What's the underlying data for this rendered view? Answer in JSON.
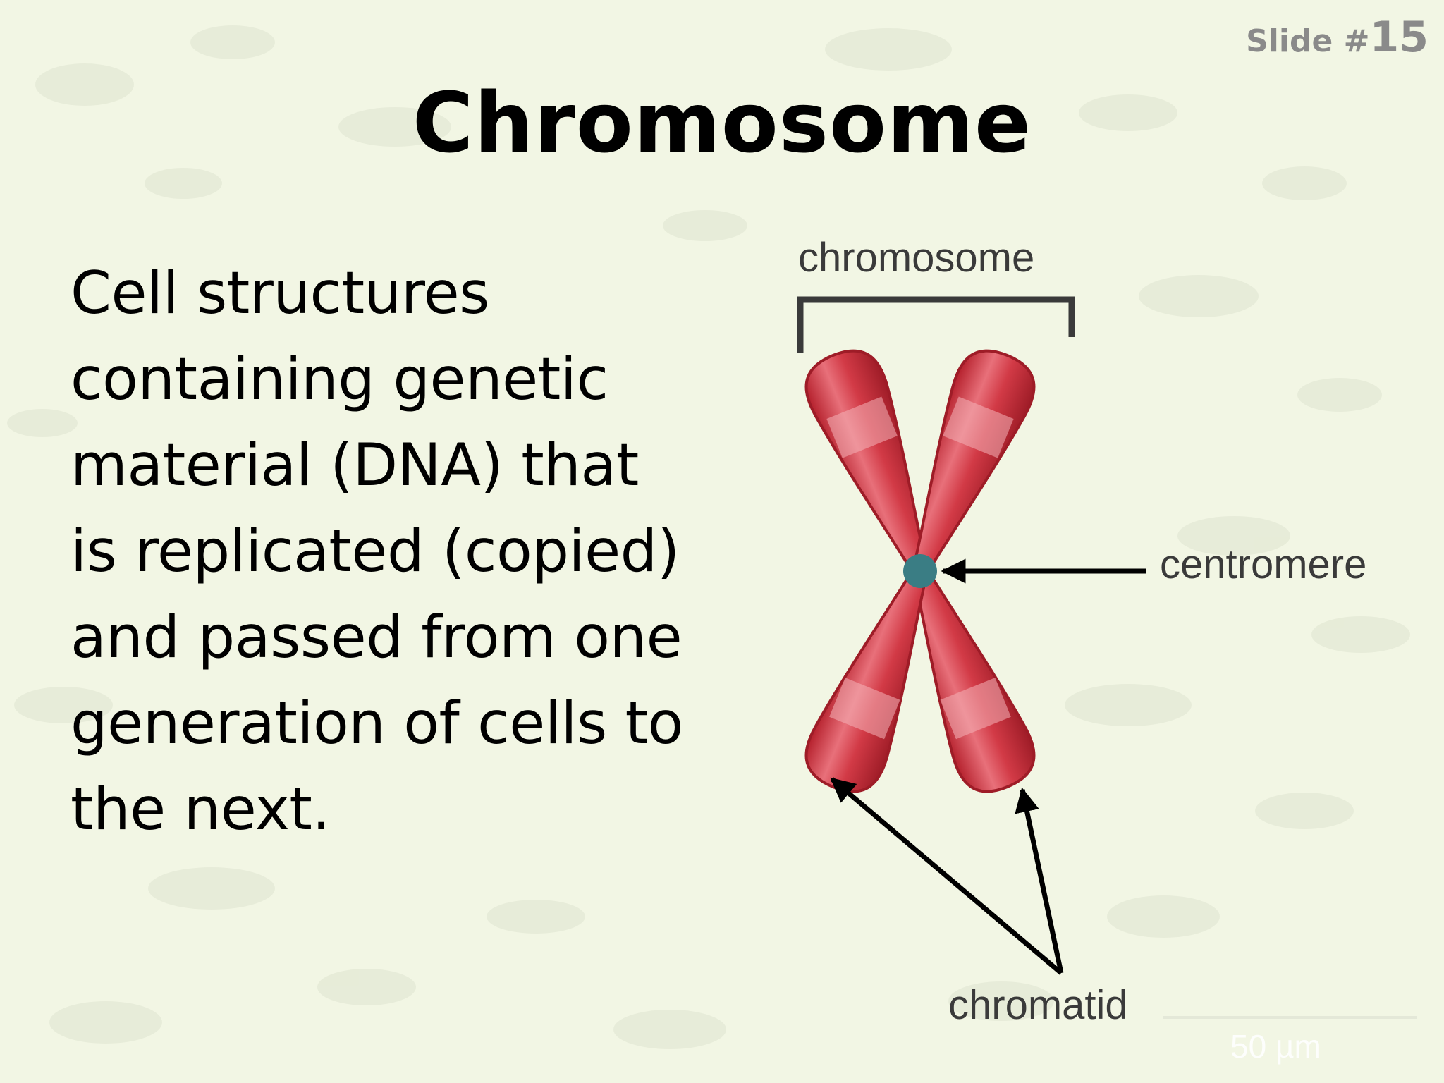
{
  "slide": {
    "number_label": "Slide #",
    "number": "15",
    "title": "Chromosome",
    "body": "Cell structures\ncontaining genetic\nmaterial (DNA) that\nis replicated (copied)\nand passed from one\ngeneration of cells to\nthe next."
  },
  "diagram": {
    "labels": {
      "chromosome": "chromosome",
      "centromere": "centromere",
      "chromatid": "chromatid"
    },
    "scale_bar": "50 µm"
  },
  "colors": {
    "background": "#f2f6e4",
    "chromatid_red": "#d23a46",
    "centromere": "#3a7d84"
  }
}
